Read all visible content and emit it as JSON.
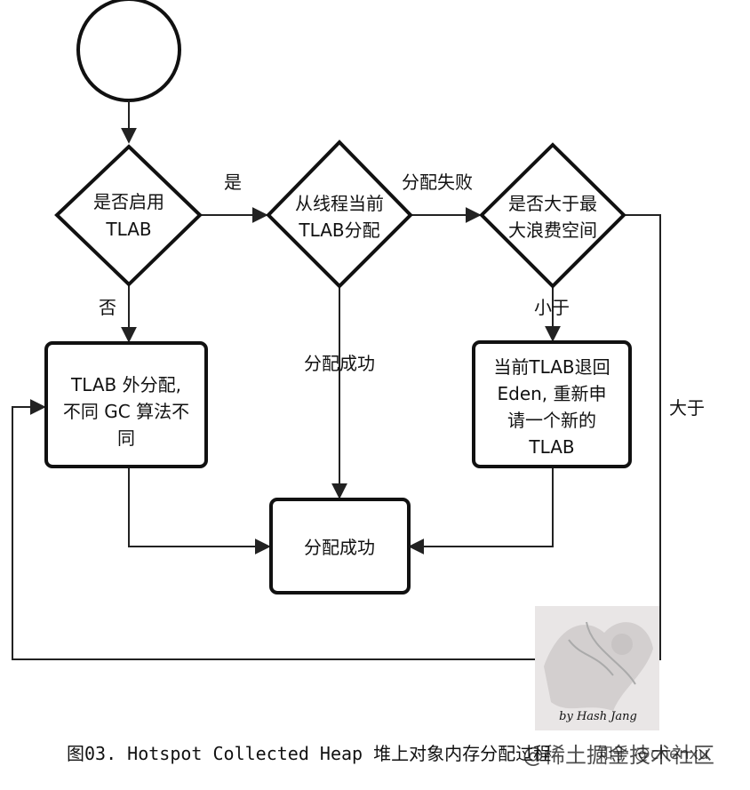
{
  "nodes": {
    "check_tlab": [
      "是否启用",
      "TLAB"
    ],
    "alloc_tlab": [
      "从线程当前",
      "TLAB分配"
    ],
    "check_waste": [
      "是否大于最",
      "大浪费空间"
    ],
    "outside_tlab": [
      "TLAB 外分配,",
      "不同 GC 算法不",
      "同"
    ],
    "retire_tlab": [
      "当前TLAB退回",
      "Eden, 重新申",
      "请一个新的",
      "TLAB"
    ],
    "success": "分配成功"
  },
  "edges": {
    "yes": "是",
    "no": "否",
    "fail": "分配失败",
    "success": "分配成功",
    "smaller": "小于",
    "larger": "大于"
  },
  "caption": "图03. Hotspot Collected Heap 堆上对象内存分配过程",
  "watermark": {
    "signature": "by Hash Jang",
    "site": "@稀土掘金技术社区",
    "overlay": "知乎 @chenxu"
  }
}
